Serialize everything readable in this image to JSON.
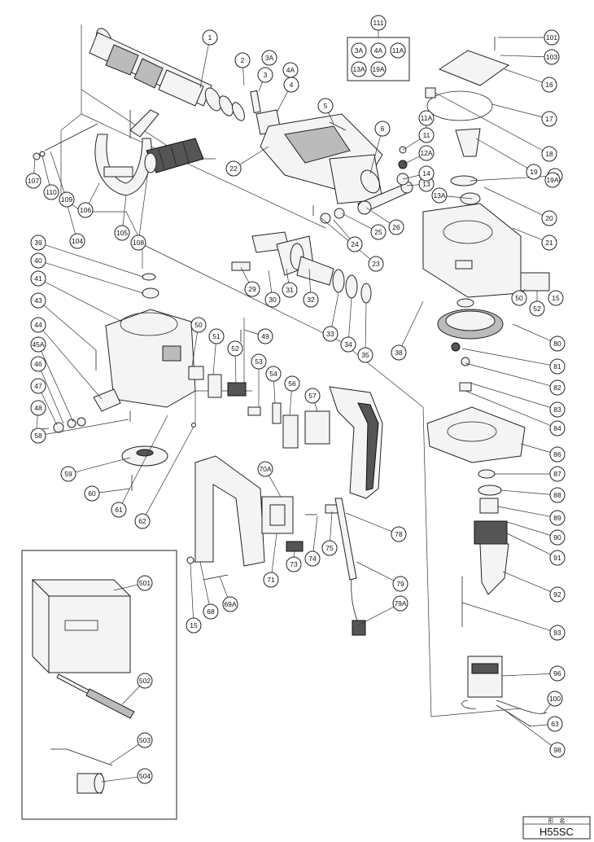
{
  "callouts": {
    "p1": "1",
    "p2": "2",
    "p3": "3",
    "p3A": "3A",
    "p4": "4",
    "p4A": "4A",
    "p5": "5",
    "p6": "6",
    "p11": "11",
    "p11A": "11A",
    "p12A": "12A",
    "p13": "13",
    "p13A": "13A",
    "p14": "14",
    "p15a": "15",
    "p15b": "15",
    "p15c": "15",
    "p16": "16",
    "p17": "17",
    "p18": "18",
    "p19": "19",
    "p19A": "19A",
    "p20": "20",
    "p21": "21",
    "p22": "22",
    "p23": "23",
    "p24": "24",
    "p25": "25",
    "p26": "26",
    "p29": "29",
    "p30": "30",
    "p31": "31",
    "p32": "32",
    "p33": "33",
    "p34": "34",
    "p35": "35",
    "p38": "38",
    "p39": "39",
    "p40": "40",
    "p41": "41",
    "p43": "43",
    "p44": "44",
    "p45A": "45A",
    "p46": "46",
    "p47": "47",
    "p48": "48",
    "p49": "49",
    "p50a": "50",
    "p50b": "50",
    "p51": "51",
    "p52a": "52",
    "p52b": "52",
    "p53": "53",
    "p54": "54",
    "p56": "56",
    "p57": "57",
    "p58": "58",
    "p59": "59",
    "p60": "60",
    "p61": "61",
    "p62": "62",
    "p63": "63",
    "p68": "68",
    "p69A": "69A",
    "p70A": "70A",
    "p71": "71",
    "p73": "73",
    "p74": "74",
    "p75": "75",
    "p78": "78",
    "p79": "79",
    "p79A": "79A",
    "p80": "80",
    "p81": "81",
    "p82": "82",
    "p83": "83",
    "p84": "84",
    "p86": "86",
    "p87": "87",
    "p88": "88",
    "p89": "89",
    "p90": "90",
    "p91": "91",
    "p92": "92",
    "p93": "93",
    "p96": "96",
    "p98": "98",
    "p100": "100",
    "p101": "101",
    "p103": "103",
    "p104": "104",
    "p105": "105",
    "p106": "106",
    "p107": "107",
    "p108": "108",
    "p109": "109",
    "p110": "110",
    "p111": "111",
    "p501": "501",
    "p502": "502",
    "p503": "503",
    "p504": "504"
  },
  "kit_group": {
    "title": "111",
    "items": [
      "3A",
      "4A",
      "11A",
      "13A",
      "19A"
    ]
  },
  "model_box": {
    "label": "形　名",
    "model": "H55SC"
  }
}
